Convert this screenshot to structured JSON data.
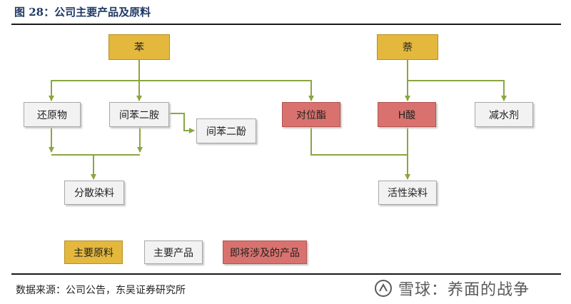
{
  "figure": {
    "title": "图 28：公司主要产品及原料"
  },
  "nodes": {
    "benzene": "苯",
    "naphthalene": "萘",
    "reduced": "还原物",
    "mpda": "间苯二胺",
    "mphenol": "间苯二酚",
    "ester": "对位酯",
    "hacid": "H酸",
    "reducer": "减水剂",
    "disperse": "分散染料",
    "reactive": "活性染料"
  },
  "legend": {
    "raw": "主要原料",
    "product": "主要产品",
    "pending": "即将涉及的产品"
  },
  "colors": {
    "raw_material": "#e3b83c",
    "main_product": "#f2f2f2",
    "upcoming_product": "#d9726e",
    "connector": "#8aa640",
    "title": "#1f3864"
  },
  "footer": {
    "source": "数据来源：公司公告，东吴证券研究所",
    "watermark": "雪球：养面的战争"
  }
}
